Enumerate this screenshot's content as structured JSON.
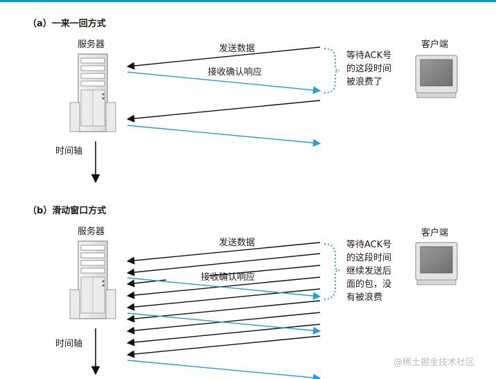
{
  "diagram": {
    "section_a": {
      "title": "（a）一来一回方式",
      "server_label": "服务器",
      "client_label": "客户端",
      "timeline_label": "时间轴",
      "send_label": "发送数据",
      "ack_label": "接收确认响应",
      "wait_note": [
        "等待ACK号",
        "的这段时间",
        "被浪费了"
      ]
    },
    "section_b": {
      "title": "（b）滑动窗口方式",
      "server_label": "服务器",
      "client_label": "客户端",
      "timeline_label": "时间轴",
      "send_label": "发送数据",
      "ack_label": "接收确认响应",
      "wait_note": [
        "等待ACK号",
        "的这段时间",
        "继续发送后",
        "面的包，没",
        "有被浪费"
      ]
    },
    "watermark": "@稀土掘金技术社区",
    "colors": {
      "top_rule": "#009ad6",
      "send_arrow": "#111111",
      "ack_arrow": "#1aa3dc",
      "note_bracket": "#1aa3dc",
      "text": "#231815"
    }
  }
}
